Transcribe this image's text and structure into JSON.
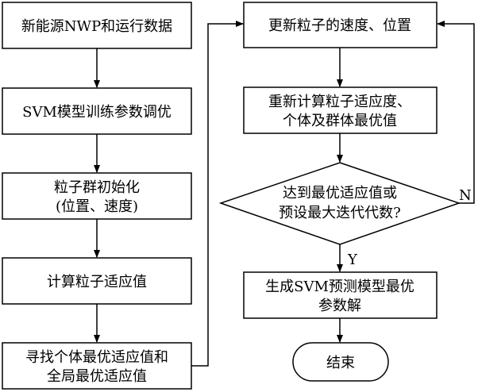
{
  "left_column": {
    "box1": [
      "新能源NWP和运行数据"
    ],
    "box2": [
      "SVM模型训练参数调优"
    ],
    "box3": [
      "粒子群初始化",
      "(位置、速度)"
    ],
    "box4": [
      "计算粒子适应值"
    ],
    "box5": [
      "寻找个体最优适应值和",
      "全局最优适应值"
    ]
  },
  "right_column": {
    "box1": [
      "更新粒子的速度、位置"
    ],
    "box2": [
      "重新计算粒子适应度、",
      "个体及群体最优值"
    ],
    "decision": [
      "达到最优适应值或",
      "预设最大迭代代数?"
    ],
    "box3": [
      "生成SVM预测模型最优",
      "参数解"
    ],
    "end": [
      "结束"
    ]
  },
  "edge_labels": {
    "no": "N",
    "yes": "Y"
  }
}
